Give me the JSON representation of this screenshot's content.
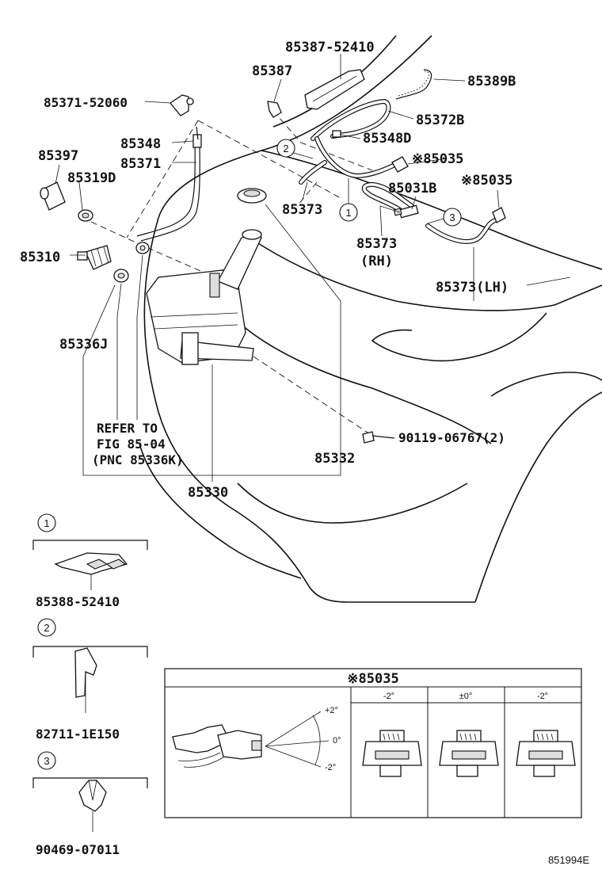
{
  "labels": {
    "p85387_52410": "85387-52410",
    "p85387": "85387",
    "p85389b": "85389B",
    "p85371_52060": "85371-52060",
    "p85372b": "85372B",
    "p85348": "85348",
    "p85348d": "85348D",
    "p85397": "85397",
    "p85371": "85371",
    "p85035_a": "※85035",
    "p85319d": "85319D",
    "p85031b": "85031B",
    "p85035_b": "※85035",
    "p85373_mid": "85373",
    "p85373_rh": "85373",
    "rh": "(RH)",
    "p85310": "85310",
    "p85373_lh": "85373(LH)",
    "p85336j": "85336J",
    "refer_1": "REFER TO",
    "refer_2": "FIG 85-04",
    "refer_3": "(PNC 85336K)",
    "p90119": "90119-06767(2)",
    "p85332": "85332",
    "p85330": "85330"
  },
  "callouts": {
    "c1": "1",
    "c2": "2",
    "c3": "3"
  },
  "insets": {
    "i1_num": "1",
    "i1_part": "85388-52410",
    "i2_num": "2",
    "i2_part": "82711-1E150",
    "i3_num": "3",
    "i3_part": "90469-07011"
  },
  "nozzle_table": {
    "title": "※85035",
    "cols": [
      "-2°",
      "±0°",
      "-2°"
    ],
    "angle_up": "+2°",
    "angle_mid": "0°",
    "angle_down": "-2°"
  },
  "figure_id": "851994E"
}
